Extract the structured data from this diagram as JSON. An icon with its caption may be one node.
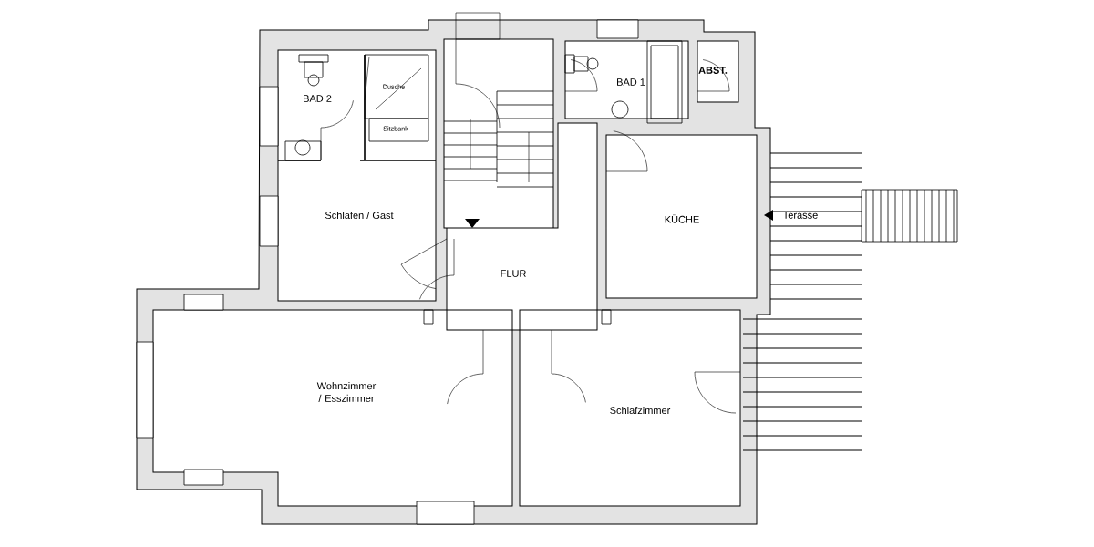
{
  "diagram": {
    "labels": [
      "BAD 2",
      "Dusche",
      "Sitzbank",
      "BAD 1",
      "ABST.",
      "Schlafen / Gast",
      "KÜCHE",
      "Terasse",
      "FLUR",
      "Wohnzimmer / Esszimmer",
      "Schlafzimmer"
    ]
  }
}
